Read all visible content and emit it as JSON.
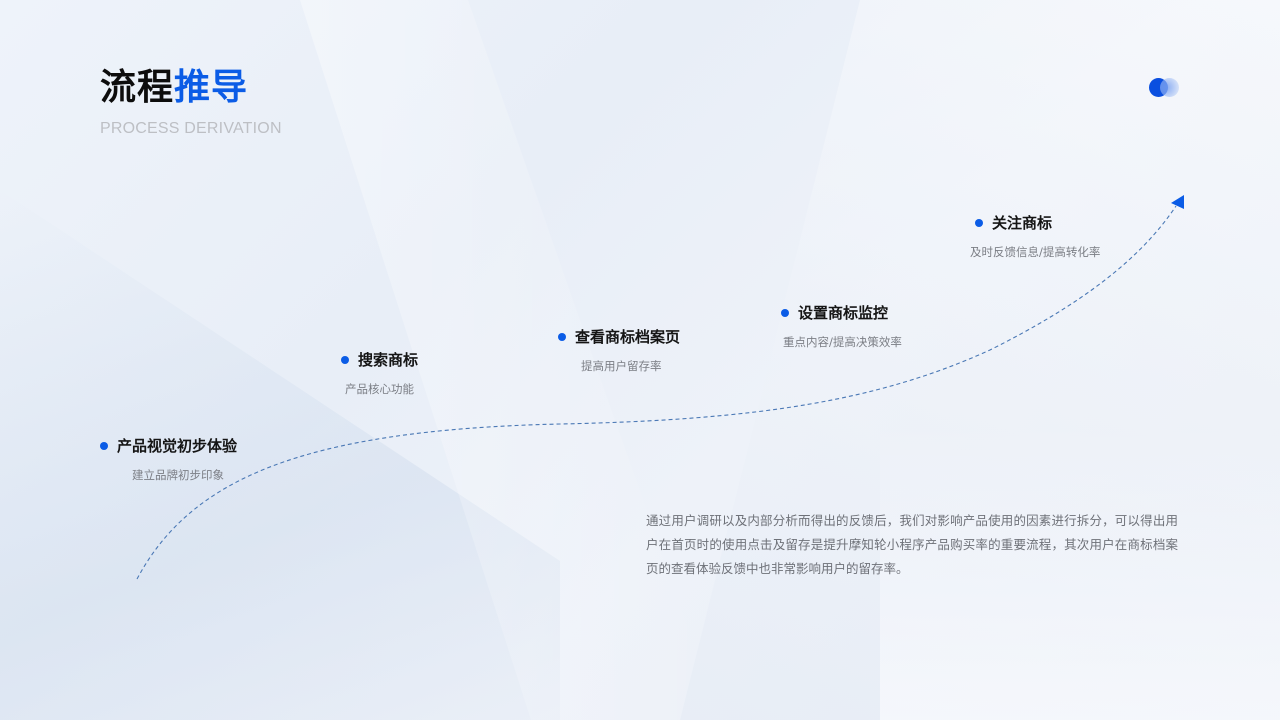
{
  "header": {
    "title_part1": "流程",
    "title_part2": "推导",
    "subtitle": "PROCESS DERIVATION"
  },
  "colors": {
    "accent": "#0b5ce6",
    "title_text": "#0d0d0d",
    "subtitle_text": "#bdbfc4",
    "desc_text": "#7b7e85",
    "curve": "#4a78b5"
  },
  "brand_mark": {
    "icon": "two-overlapping-circles-icon"
  },
  "steps": [
    {
      "label": "产品视觉初步体验",
      "desc": "建立品牌初步印象"
    },
    {
      "label": "搜索商标",
      "desc": "产品核心功能"
    },
    {
      "label": "查看商标档案页",
      "desc": "提高用户留存率"
    },
    {
      "label": "设置商标监控",
      "desc": "重点内容/提高决策效率"
    },
    {
      "label": "关注商标",
      "desc": "及时反馈信息/提高转化率"
    }
  ],
  "curve": {
    "style": "dashed",
    "end_icon": "triangle-arrow-icon"
  },
  "paragraph": "通过用户调研以及内部分析而得出的反馈后，我们对影响产品使用的因素进行拆分，可以得出用户在首页时的使用点击及留存是提升摩知轮小程序产品购买率的重要流程，其次用户在商标档案页的查看体验反馈中也非常影响用户的留存率。"
}
